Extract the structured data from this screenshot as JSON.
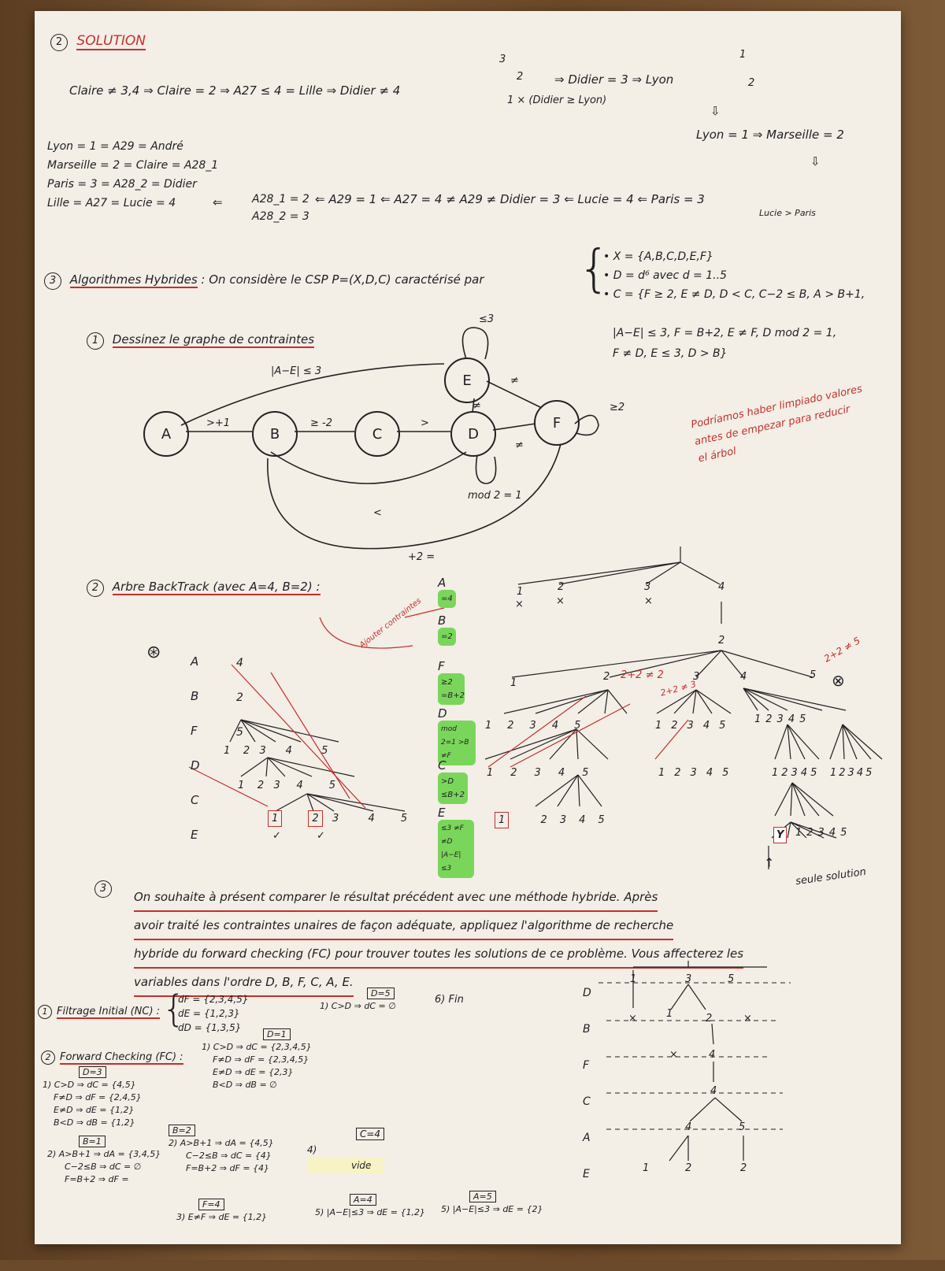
{
  "section2": {
    "number": "2",
    "title": "SOLUTION",
    "line1": "Claire ≠ 3,4 ⇒ Claire = 2 ⇒ A27 ≤ 4 = Lille ⇒ Didier ≠ 4",
    "branch_top": "3",
    "branch_mid": "2",
    "branch_bot": "1 × (Didier ≥ Lyon)",
    "line1b": "⇒ Didier = 3 ⇒ Lyon",
    "lyon_branch_top": "1",
    "lyon_branch_bot": "2",
    "lyon1": "Lyon = 1 ⇒ Marseille = 2",
    "left_list": [
      "Lyon = 1 = A29 = André",
      "Marseille = 2 = Claire = A28_1",
      "Paris = 3 = A28_2 = Didier",
      "Lille = A27 = Lucie = 4"
    ],
    "mid_a": "A28_1 = 2",
    "mid_b": "A28_2 = 3",
    "chain": "⇐ A29 = 1 ⇐ A27 = 4 ≠ A29 ≠ Didier = 3 ⇐ Lucie = 4 ⇐ Paris = 3",
    "note_paris": "Lucie > Paris"
  },
  "section3": {
    "number": "3",
    "title": "Algorithmes Hybrides",
    "intro": ": On considère le CSP P=(X,D,C) caractérisé par",
    "defs": [
      "• X = {A,B,C,D,E,F}",
      "• D = d⁶ avec d = 1..5",
      "• C = {F ≥ 2, E ≠ D, D < C, C−2 ≤ B, A > B+1,",
      "|A−E| ≤ 3, F = B+2, E ≠ F, D mod 2 = 1,",
      "F ≠ D, E ≤ 3, D > B}"
    ]
  },
  "q1": {
    "number": "1",
    "title": "Dessinez le graphe de contraintes",
    "nodes": [
      "A",
      "B",
      "C",
      "D",
      "E",
      "F"
    ],
    "edges": {
      "ab": ">+1",
      "bc": "≥ -2",
      "cd": ">",
      "ae": "|A−E| ≤ 3",
      "e_self": "≤3",
      "ed": "≠",
      "ef": "≠",
      "df": "≠",
      "f_self": "≥2",
      "d_self": "mod 2 = 1",
      "bd": "<",
      "bf": "+2 ="
    },
    "note_red": [
      "Podríamos haber limpiado valores",
      "antes de empezar para reducir",
      "el árbol"
    ]
  },
  "q2": {
    "number": "2",
    "title": "Arbre BackTrack (avec A=4, B=2) :",
    "arrow_note": "Ajouter contraintes",
    "order_left": [
      "A",
      "B",
      "F",
      "D",
      "C",
      "E"
    ],
    "left_chain": [
      "4",
      "2",
      "5"
    ],
    "left_row_d": [
      "1",
      "2",
      "3",
      "4",
      "5"
    ],
    "left_row_c": [
      "1",
      "2",
      "3",
      "4",
      "5"
    ],
    "left_row_e": [
      "1",
      "2",
      "3",
      "4",
      "5"
    ],
    "marks": [
      "×",
      "✓"
    ],
    "vars": [
      {
        "name": "A",
        "note": "=4"
      },
      {
        "name": "B",
        "note": "=2"
      },
      {
        "name": "F",
        "note": "≥2 =B+2"
      },
      {
        "name": "D",
        "note": "mod 2=1 >B ≠F"
      },
      {
        "name": "C",
        "note": ">D ≤B+2"
      },
      {
        "name": "E",
        "note": "≤3 ≠F ≠D |A−E|≤3"
      }
    ],
    "tree_top": [
      "1",
      "2",
      "3",
      "4"
    ],
    "tree_b": "2",
    "tree_f": [
      "1",
      "2",
      "3",
      "4",
      "5"
    ],
    "red_notes": [
      "2+2 ≠ 2",
      "2+2 ≠ 3",
      "2+2 ≠ 5"
    ],
    "solution_mark": "Y",
    "solution_label": "seule solution"
  },
  "q3": {
    "number": "3",
    "text": [
      "On souhaite à présent comparer le résultat précédent avec une méthode hybride. Après",
      "avoir traité les contraintes unaires de façon adéquate, appliquez l'algorithme de recherche",
      "hybride du forward checking (FC) pour trouver toutes les solutions de ce problème. Vous affecterez les",
      "variables dans l'ordre D, B, F, C, A, E."
    ],
    "filtrage_title": "Filtrage Initial (NC) :",
    "filtrage": [
      "dF = {2,3,4,5}",
      "dE = {1,2,3}",
      "dD = {1,3,5}"
    ],
    "fc_title": "Forward Checking (FC) :",
    "d3_box": "D=3",
    "d3": [
      "1) C>D ⇒ dC = {4,5}",
      "F≠D ⇒ dF = {2,4,5}",
      "E≠D ⇒ dE = {1,2}",
      "B<D ⇒ dB = {1,2}"
    ],
    "b1_box": "B=1",
    "b1": [
      "2) A>B+1 ⇒ dA = {3,4,5}",
      "C−2≤B ⇒ dC = ∅",
      "F=B+2 ⇒ dF ="
    ],
    "d1_box": "D=1",
    "d1": [
      "1) C>D ⇒ dC = {2,3,4,5}",
      "F≠D ⇒ dF = {2,3,4,5}",
      "E≠D ⇒ dE = {2,3}",
      "B<D ⇒ dB = ∅"
    ],
    "d5_box": "D=5",
    "d5": [
      "1) C>D ⇒ dC = ∅"
    ],
    "b2_box": "B=2",
    "b2": [
      "2) A>B+1 ⇒ dA = {4,5}",
      "C−2≤B ⇒ dC = {4}",
      "F=B+2 ⇒ dF = {4}"
    ],
    "f4_box": "F=4",
    "f4": [
      "3) E≠F ⇒ dE = {1,2}"
    ],
    "c4_box": "C=4",
    "c4": [
      "4)",
      "vide"
    ],
    "a4_box": "A=4",
    "a4": [
      "5) |A−E|≤3 ⇒ dE = {1,2}"
    ],
    "a5_box": "A=5",
    "a5": [
      "5) |A−E|≤3 ⇒ dE = {2}"
    ],
    "fin": "6) Fin",
    "fc_tree_vars": [
      "D",
      "B",
      "F",
      "C",
      "A",
      "E"
    ],
    "fc_tree_d": [
      "1",
      "3",
      "5"
    ],
    "fc_tree_b": [
      "×",
      "1",
      "2",
      "×"
    ],
    "fc_tree_f": [
      "×",
      "4"
    ],
    "fc_tree_c": "4",
    "fc_tree_a": [
      "4",
      "5"
    ],
    "fc_tree_e": [
      "1",
      "2",
      "2"
    ]
  }
}
